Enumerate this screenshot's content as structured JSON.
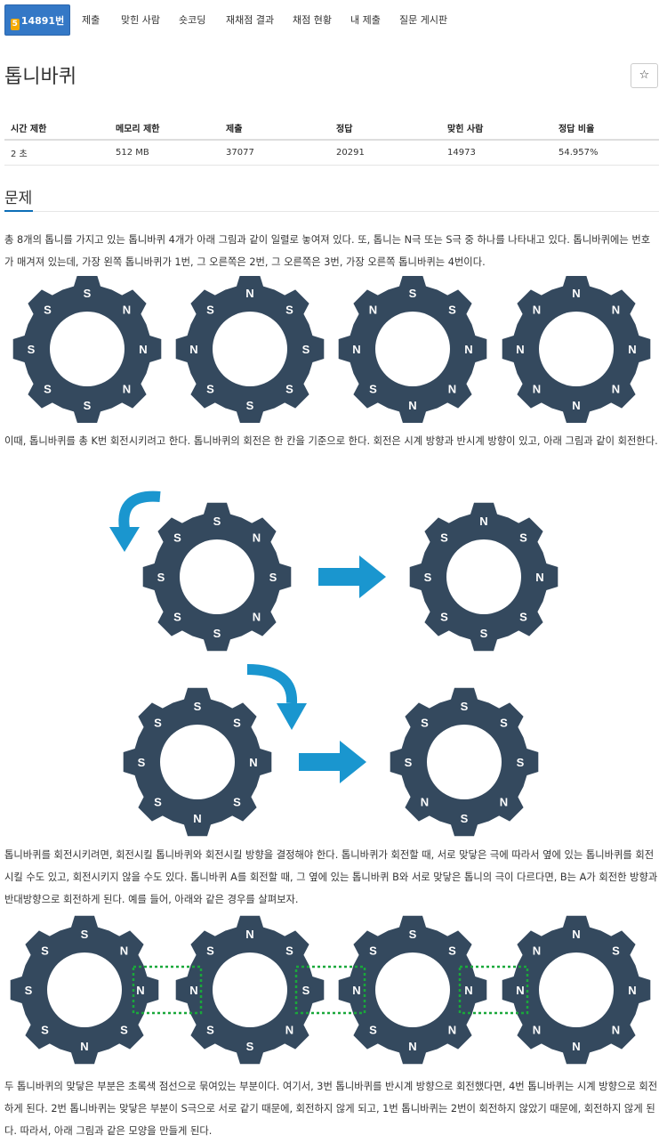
{
  "nav": {
    "problem_tab": "14891번",
    "tier_mark": "5",
    "tabs": [
      "제출",
      "맞힌 사람",
      "숏코딩",
      "재채점 결과",
      "채점 현황",
      "내 제출",
      "질문 게시판"
    ]
  },
  "problem": {
    "title": "톱니바퀴",
    "star": "☆"
  },
  "info_table": {
    "headers": [
      "시간 제한",
      "메모리 제한",
      "제출",
      "정답",
      "맞힌 사람",
      "정답 비율"
    ],
    "values": [
      "2 초",
      "512 MB",
      "37077",
      "20291",
      "14973",
      "54.957%"
    ]
  },
  "section": {
    "heading": "문제"
  },
  "paragraphs": [
    "총 8개의 톱니를 가지고 있는 톱니바퀴 4개가 아래 그림과 같이 일렬로 놓여져 있다. 또, 톱니는 N극 또는 S극 중 하나를 나타내고 있다. 톱니바퀴에는 번호가 매겨져 있는데, 가장 왼쪽 톱니바퀴가 1번, 그 오른쪽은 2번, 그 오른쪽은 3번, 가장 오른쪽 톱니바퀴는 4번이다.",
    "이때, 톱니바퀴를 총 K번 회전시키려고 한다. 톱니바퀴의 회전은 한 칸을 기준으로 한다. 회전은 시계 방향과 반시계 방향이 있고, 아래 그림과 같이 회전한다.",
    "톱니바퀴를 회전시키려면, 회전시킬 톱니바퀴와 회전시킬 방향을 결정해야 한다. 톱니바퀴가 회전할 때, 서로 맞닿은 극에 따라서 옆에 있는 톱니바퀴를 회전시킬 수도 있고, 회전시키지 않을 수도 있다. 톱니바퀴 A를 회전할 때, 그 옆에 있는 톱니바퀴 B와 서로 맞닿은 톱니의 극이 다르다면, B는 A가 회전한 방향과 반대방향으로 회전하게 된다. 예를 들어, 아래와 같은 경우를 살펴보자.",
    "두 톱니바퀴의 맞닿은 부분은 초록색 점선으로 묶여있는 부분이다. 여기서, 3번 톱니바퀴를 반시계 방향으로 회전했다면, 4번 톱니바퀴는 시계 방향으로 회전하게 된다. 2번 톱니바퀴는 맞닿은 부분이 S극으로 서로 같기 때문에, 회전하지 않게 되고, 1번 톱니바퀴는 2번이 회전하지 않았기 때문에, 회전하지 않게 된다. 따라서, 아래 그림과 같은 모양을 만들게 된다."
  ],
  "figures": {
    "gear_color": "#34495e",
    "arrow_color": "#1a96cf",
    "dotted_color": "#1aa83b",
    "fig1_gears": [
      [
        "S",
        "N",
        "N",
        "N",
        "S",
        "S",
        "S",
        "S"
      ],
      [
        "N",
        "S",
        "S",
        "S",
        "S",
        "S",
        "N",
        "S"
      ],
      [
        "S",
        "S",
        "N",
        "N",
        "N",
        "S",
        "N",
        "N"
      ],
      [
        "N",
        "N",
        "N",
        "N",
        "N",
        "N",
        "N",
        "N"
      ]
    ],
    "fig2_before": [
      "S",
      "N",
      "S",
      "N",
      "S",
      "S",
      "S",
      "S"
    ],
    "fig2_after_ccw": [
      "N",
      "S",
      "N",
      "S",
      "S",
      "S",
      "S",
      "S"
    ],
    "fig3_before": [
      "S",
      "S",
      "N",
      "S",
      "N",
      "S",
      "S",
      "S"
    ],
    "fig3_after_cw": [
      "S",
      "S",
      "S",
      "N",
      "S",
      "N",
      "S",
      "S"
    ],
    "fig4_gears": [
      [
        "S",
        "N",
        "N",
        "S",
        "N",
        "S",
        "S",
        "S"
      ],
      [
        "N",
        "S",
        "S",
        "N",
        "S",
        "S",
        "N",
        "S"
      ],
      [
        "S",
        "S",
        "N",
        "N",
        "N",
        "S",
        "N",
        "S"
      ],
      [
        "N",
        "S",
        "N",
        "N",
        "N",
        "N",
        "N",
        "N"
      ]
    ]
  }
}
